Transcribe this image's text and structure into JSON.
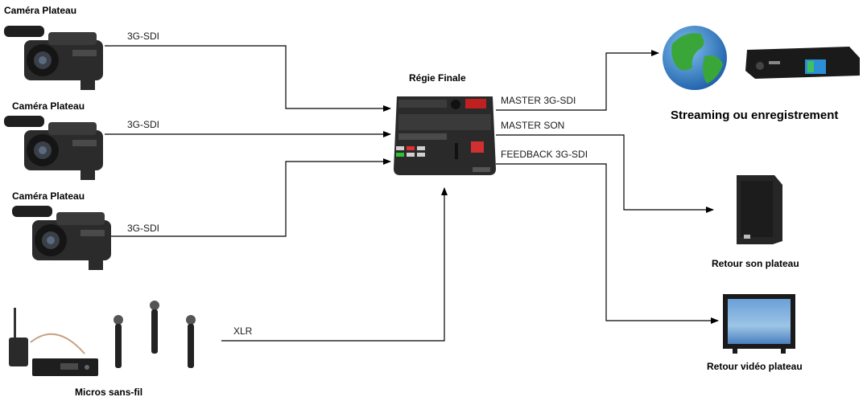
{
  "nodes": {
    "camera_1": {
      "label": "Caméra Plateau"
    },
    "camera_2": {
      "label": "Caméra Plateau"
    },
    "camera_3": {
      "label": "Caméra Plateau"
    },
    "mics": {
      "label": "Micros sans-fil"
    },
    "switcher": {
      "label": "Régie Finale"
    },
    "streaming": {
      "label": "Streaming ou enregistrement"
    },
    "speaker": {
      "label": "Retour son plateau"
    },
    "monitor": {
      "label": "Retour vidéo plateau"
    }
  },
  "connections": {
    "cam1_link": "3G-SDI",
    "cam2_link": "3G-SDI",
    "cam3_link": "3G-SDI",
    "mics_link": "XLR",
    "master_video": "MASTER 3G-SDI",
    "master_audio": "MASTER SON",
    "feedback_video": "FEEDBACK 3G-SDI"
  },
  "icons": {
    "camera": "camcorder-icon",
    "microphone": "handheld-mic-icon",
    "switcher": "video-switcher-icon",
    "globe": "globe-icon",
    "recorder": "recorder-icon",
    "speaker": "speaker-icon",
    "monitor": "monitor-icon"
  },
  "colors": {
    "line": "#000000",
    "globe_ocean": "#2f7fd0",
    "globe_land": "#3aa63a",
    "monitor_screen": "#4a7fbf"
  }
}
